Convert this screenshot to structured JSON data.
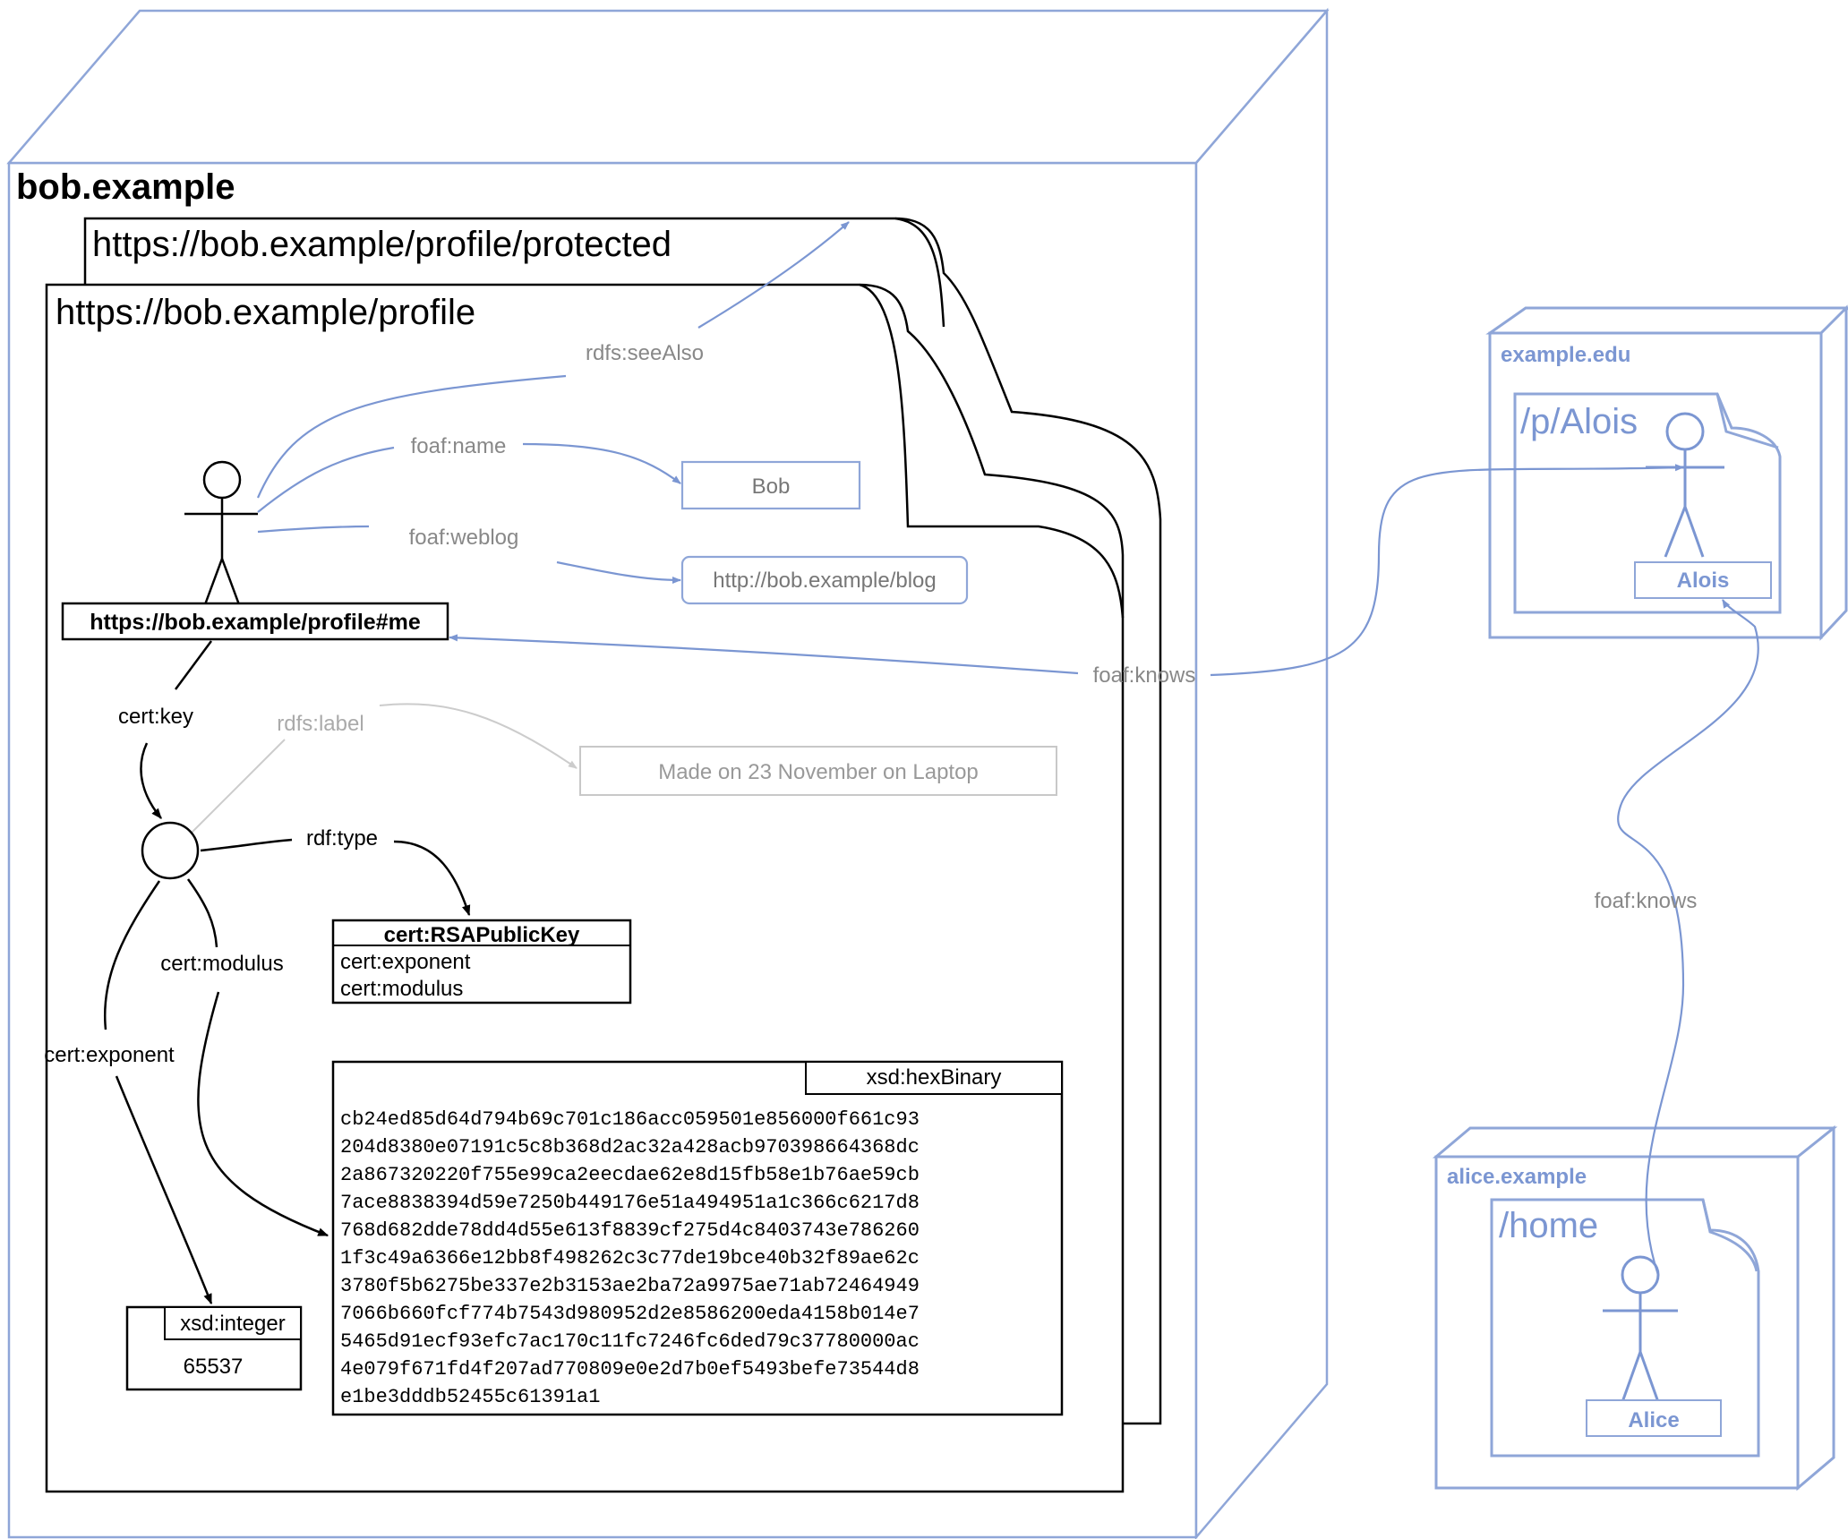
{
  "servers": {
    "bob": {
      "name": "bob.example"
    },
    "edu": {
      "name": "example.edu"
    },
    "alice": {
      "name": "alice.example"
    }
  },
  "documents": {
    "protected": "https://bob.example/profile/protected",
    "profile": "https://bob.example/profile",
    "alois_doc": "/p/Alois",
    "alice_doc": "/home"
  },
  "nodes": {
    "bob_literal": "Bob",
    "blog": "http://bob.example/blog",
    "me": "https://bob.example/profile#me",
    "label_literal": "Made on 23 November on Laptop",
    "alois": "Alois",
    "alice": "Alice"
  },
  "edges": {
    "see_also": "rdfs:seeAlso",
    "name": "foaf:name",
    "weblog": "foaf:weblog",
    "knows_bob": "foaf:knows",
    "knows_alice": "foaf:knows",
    "key": "cert:key",
    "label": "rdfs:label",
    "type": "rdf:type",
    "modulus": "cert:modulus",
    "exponent": "cert:exponent"
  },
  "class_box": {
    "title": "cert:RSAPublicKey",
    "props": [
      "cert:exponent",
      "cert:modulus"
    ]
  },
  "integer_box": {
    "type": "xsd:integer",
    "value": "65537"
  },
  "hex_box": {
    "type": "xsd:hexBinary",
    "lines": [
      "cb24ed85d64d794b69c701c186acc059501e856000f661c93",
      "204d8380e07191c5c8b368d2ac32a428acb970398664368dc",
      "2a867320220f755e99ca2eecdae62e8d15fb58e1b76ae59cb",
      "7ace8838394d59e7250b449176e51a494951a1c366c6217d8",
      "768d682dde78dd4d55e613f8839cf275d4c8403743e786260",
      "1f3c49a6366e12bb8f498262c3c77de19bce40b32f89ae62c",
      "3780f5b6275be337e2b3153ae2ba72a9975ae71ab72464949",
      "7066b660fcf774b7543d980952d2e8586200eda4158b014e7",
      "5465d91ecf93efc7ac170c11fc7246fc6ded79c37780000ac",
      "4e079f671fd4f207ad770809e0e2d7b0ef5493befe73544d8",
      "e1be3dddb52455c61391a1"
    ]
  },
  "colors": {
    "blue": "#7b96d2",
    "black": "#000000",
    "gray": "#888888",
    "light": "#c8c8c8"
  }
}
